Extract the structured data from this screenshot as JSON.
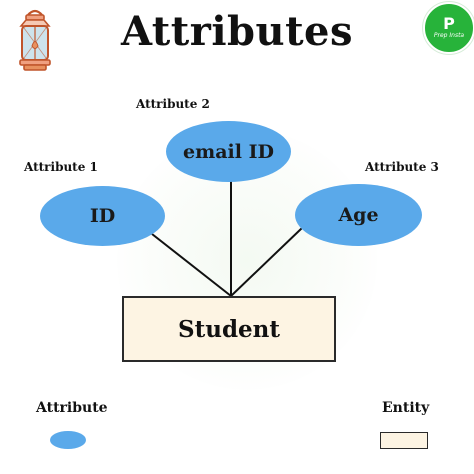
{
  "title": "Attributes",
  "attributes": [
    {
      "label": "Attribute 1",
      "name": "ID"
    },
    {
      "label": "Attribute 2",
      "name": "email ID"
    },
    {
      "label": "Attribute 3",
      "name": "Age"
    }
  ],
  "entity": {
    "name": "Student"
  },
  "legend": {
    "attribute_label": "Attribute",
    "entity_label": "Entity"
  },
  "logo": {
    "letter": "P",
    "tagline": "Prep Insta"
  },
  "icons": {
    "lantern": "lantern-icon",
    "logo": "prepinsta-logo"
  },
  "colors": {
    "attribute_fill": "#5aa9ea",
    "entity_fill": "#fdf4e3",
    "logo_green": "#27b33a",
    "lantern_outline": "#c0552b",
    "lantern_glass": "#cde3ec"
  }
}
